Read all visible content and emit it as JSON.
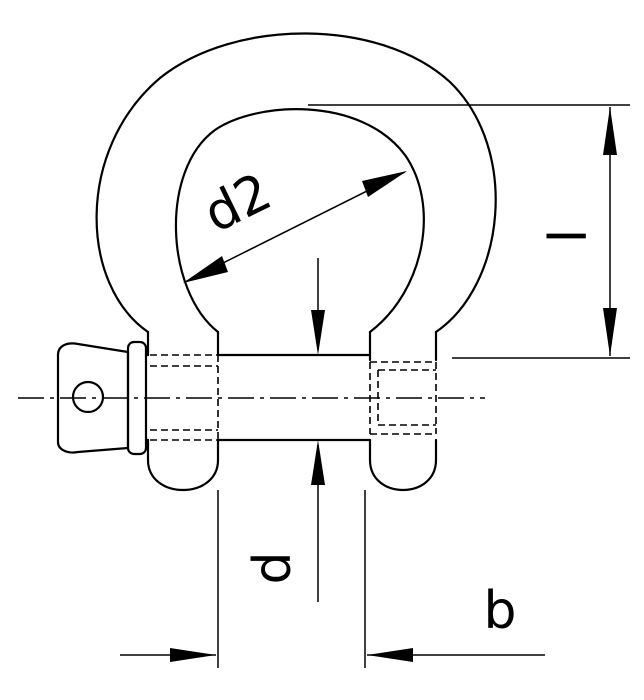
{
  "labels": {
    "d2": "d2",
    "l": "l",
    "d": "d",
    "b": "b"
  }
}
